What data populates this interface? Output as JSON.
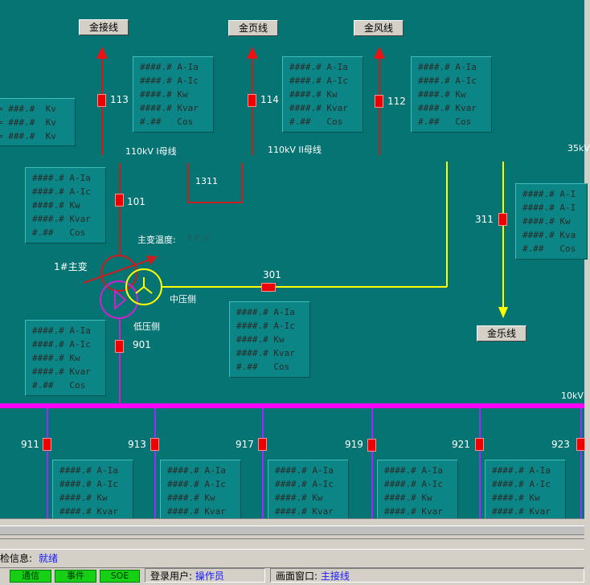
{
  "lines": {
    "jinjie": "金接线",
    "jinye": "金页线",
    "jinfeng": "金风线",
    "jinle": "金乐线"
  },
  "breakers": {
    "b113": "113",
    "b114": "114",
    "b112": "112",
    "b101": "101",
    "b301": "301",
    "b311": "311",
    "b901": "901",
    "b1311": "1311",
    "b911": "911",
    "b913": "913",
    "b917": "917",
    "b919": "919",
    "b921": "921",
    "b923": "923"
  },
  "bus": {
    "bus110_1": "110kV I母线",
    "bus110_2": "110kV II母线",
    "bus35": "35kV",
    "bus10": "10kV"
  },
  "transformer": {
    "name": "1#主变",
    "temp_label": "主变温度:",
    "temp_value": "##.#",
    "mid_side": "中压侧",
    "low_side": "低压侧"
  },
  "meter_full": [
    "####.# A-Ia",
    "####.# A-Ic",
    "####.# Kw",
    "####.# Kvar",
    "#.##   Cos"
  ],
  "meter_feeder": [
    "####.# A-Ia",
    "####.# A-Ic",
    "####.# Kw",
    "####.# Kvar"
  ],
  "volt_box": [
    "= ###.#  Kv",
    "= ###.#  Kv",
    "= ###.#  Kv"
  ],
  "meter_cut": [
    "####.# A-I",
    "####.# A-I",
    "####.# Kw",
    "####.# Kva",
    "#.##   Cos"
  ],
  "status": {
    "label": "检信息:",
    "value": "就绪"
  },
  "bottom": {
    "btn1": "通信",
    "btn2": "事件",
    "btn3": "SOE",
    "user_label": "登录用户:",
    "user_value": "操作员",
    "window_label": "画面窗口:",
    "window_value": "主接线"
  },
  "colors": {
    "background": "#077474",
    "bus_10kv": "#ff00ff",
    "line_35kv": "#ffff00",
    "line_110kv": "#c81e1e"
  }
}
